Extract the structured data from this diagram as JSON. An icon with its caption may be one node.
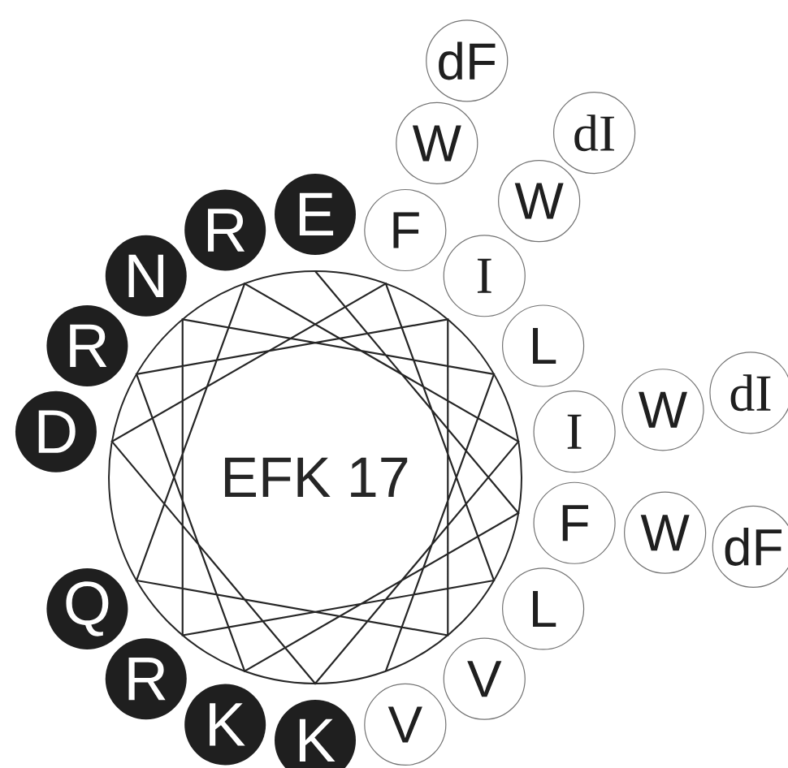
{
  "diagram": {
    "nodes": [
      {
        "text": [
          "EFK 17"
        ]
      },
      {
        "text": [
          "E"
        ]
      },
      {
        "text": [
          "F"
        ]
      },
      {
        "text": [
          "K"
        ]
      },
      {
        "text": [
          "R"
        ]
      },
      {
        "text": [
          "I"
        ]
      },
      {
        "text": [
          "V"
        ]
      },
      {
        "text": [
          "Q"
        ]
      },
      {
        "text": [
          "R"
        ]
      },
      {
        "text": [
          "I"
        ]
      },
      {
        "text": [
          "K"
        ]
      },
      {
        "text": [
          "D"
        ]
      },
      {
        "text": [
          "F"
        ]
      },
      {
        "text": [
          "L"
        ]
      },
      {
        "text": [
          "R"
        ]
      },
      {
        "text": [
          "N"
        ]
      },
      {
        "text": [
          "L"
        ]
      },
      {
        "text": [
          "V"
        ]
      },
      {
        "text": [
          "W"
        ]
      },
      {
        "text": [
          "dF"
        ]
      },
      {
        "text": [
          "W"
        ]
      },
      {
        "text": [
          "dI"
        ]
      },
      {
        "text": [
          "W"
        ]
      },
      {
        "text": [
          "dI"
        ]
      },
      {
        "text": [
          "W"
        ]
      },
      {
        "text": [
          "dF"
        ]
      }
    ]
  }
}
